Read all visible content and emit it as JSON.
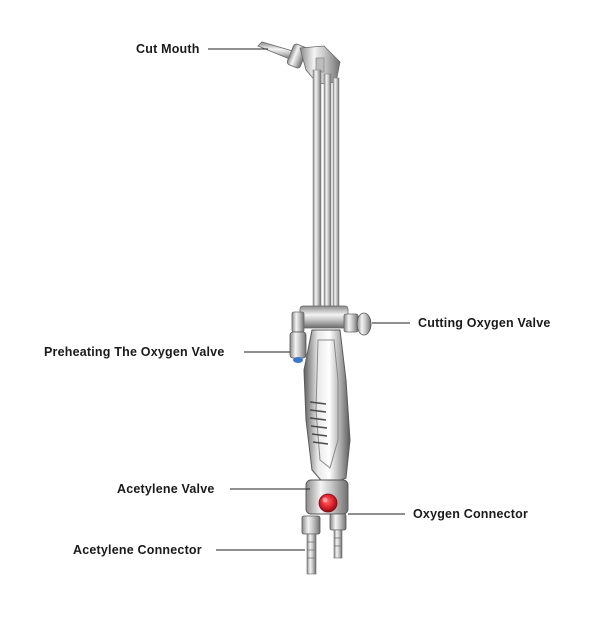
{
  "labels": {
    "cut_mouth": "Cut Mouth",
    "cutting_oxygen_valve": "Cutting Oxygen Valve",
    "preheating_oxygen_valve": "Preheating The Oxygen Valve",
    "acetylene_valve": "Acetylene Valve",
    "oxygen_connector": "Oxygen Connector",
    "acetylene_connector": "Acetylene Connector"
  },
  "colors": {
    "chrome_light": "#f2f2f2",
    "chrome_mid": "#c4c4c4",
    "chrome_dark": "#6e6e6e",
    "valve_red": "#e0202a",
    "valve_blue": "#3a78d0",
    "leader_line": "#222222"
  }
}
